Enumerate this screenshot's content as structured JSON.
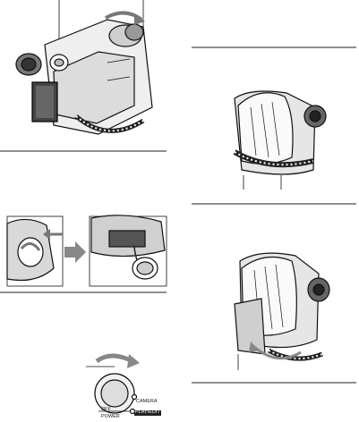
{
  "power_switch": {
    "labels": [
      "PLAY/EDIT",
      "CAMERA"
    ],
    "bottom_labels": [
      "POWER",
      "OFF"
    ]
  }
}
